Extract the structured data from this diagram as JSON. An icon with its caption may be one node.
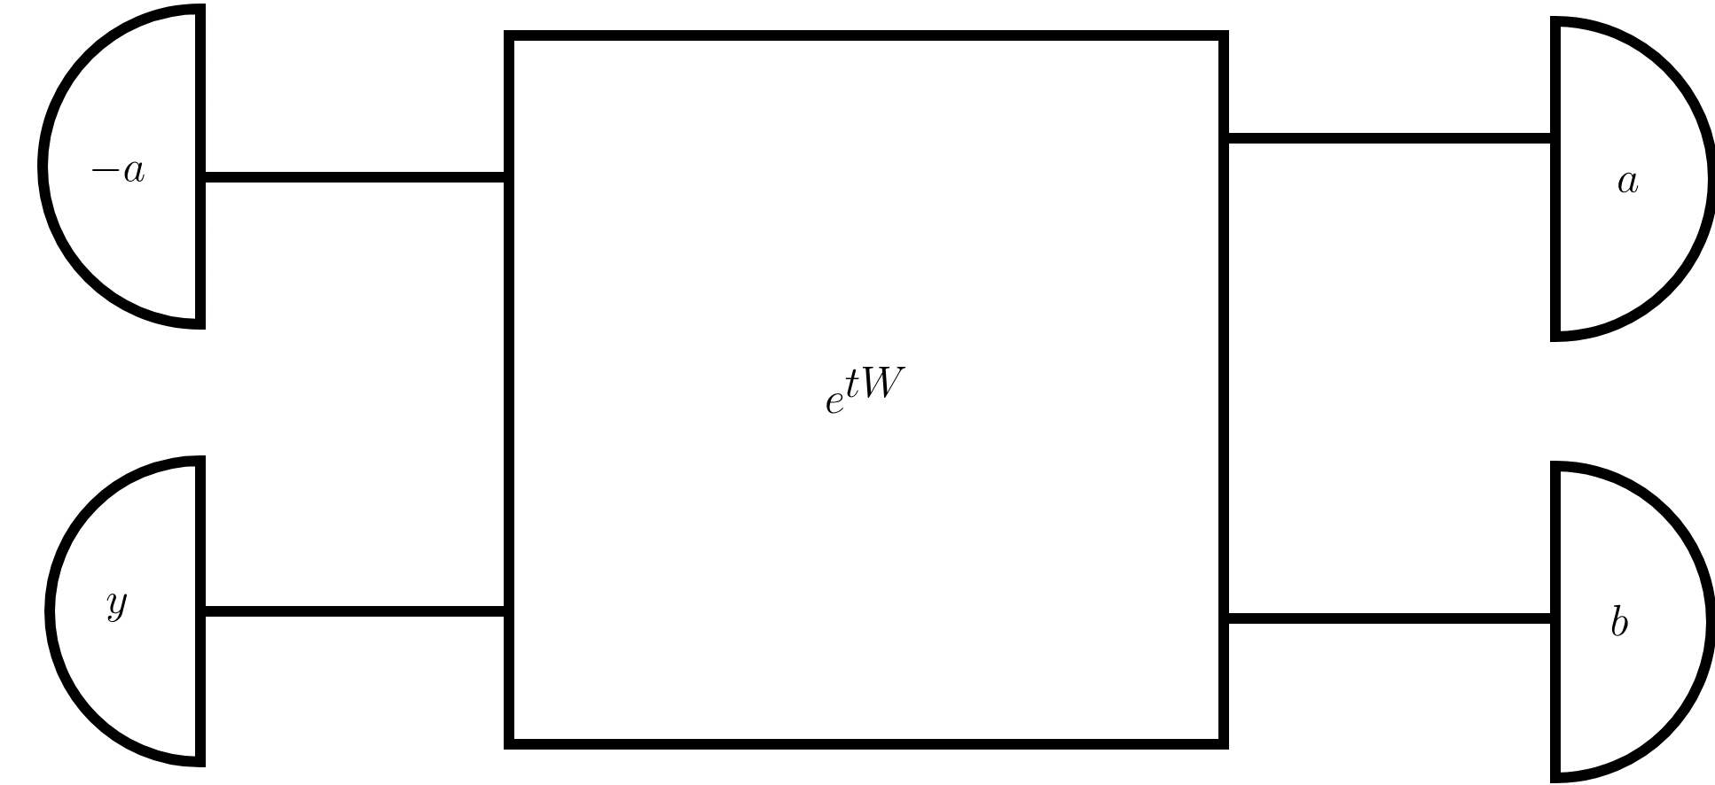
{
  "diagram": {
    "nodes": [
      {
        "text": [
          "e^{tW}"
        ]
      },
      {
        "text": [
          "-a"
        ]
      },
      {
        "text": [
          "y"
        ]
      },
      {
        "text": [
          "a"
        ]
      },
      {
        "text": [
          "b"
        ]
      }
    ],
    "edges": [
      {
        "from": 1,
        "to": 0,
        "arrow": "none"
      },
      {
        "from": 2,
        "to": 0,
        "arrow": "none"
      },
      {
        "from": 0,
        "to": 3,
        "arrow": "none"
      },
      {
        "from": 0,
        "to": 4,
        "arrow": "none"
      }
    ]
  }
}
